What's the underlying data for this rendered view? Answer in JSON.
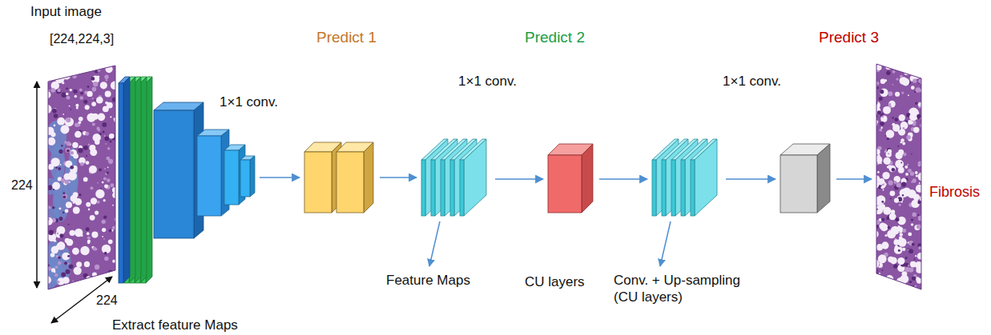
{
  "diagram": {
    "nodes": [
      {
        "text": [
          "Input image",
          "[224,224,3]"
        ]
      },
      {
        "text": [
          "Extract feature Maps"
        ]
      },
      {
        "text": [
          "Predict 1"
        ]
      },
      {
        "text": [
          "Feature Maps"
        ]
      },
      {
        "text": [
          "Predict 2",
          "CU layers"
        ]
      },
      {
        "text": [
          "Conv. + Up-sampling (CU layers)"
        ]
      },
      {
        "text": [
          "Predict 3"
        ]
      },
      {
        "text": [
          "Fibrosis"
        ]
      }
    ],
    "edges": [
      {
        "from": 1,
        "to": 2,
        "arrow": "to",
        "label": "1×1 conv."
      },
      {
        "from": 2,
        "to": 3,
        "arrow": "to"
      },
      {
        "from": 3,
        "to": 4,
        "arrow": "to",
        "label": "1×1 conv."
      },
      {
        "from": 4,
        "to": 5,
        "arrow": "to"
      },
      {
        "from": 5,
        "to": 6,
        "arrow": "to",
        "label": "1×1 conv."
      },
      {
        "from": 6,
        "to": 7,
        "arrow": "to"
      }
    ],
    "labels": [
      "224",
      "224"
    ]
  }
}
